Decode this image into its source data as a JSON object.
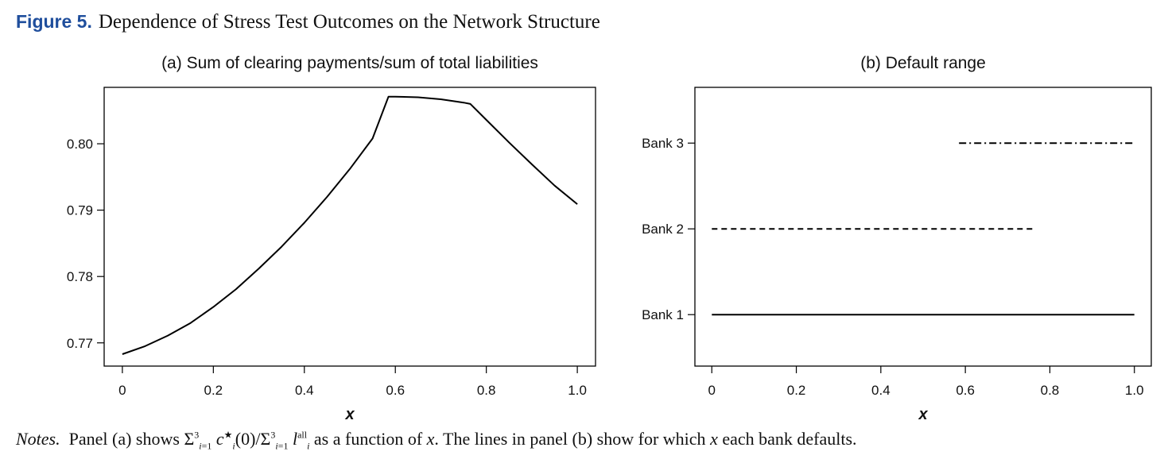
{
  "figure": {
    "label": "Figure 5.",
    "title": "Dependence of Stress Test Outcomes on the Network Structure"
  },
  "notes": {
    "lead": "Notes.",
    "text_a": "Panel (a) shows ",
    "text_b": " as a function of ",
    "var_x": "x",
    "text_c": ". The lines in panel (b) show for which ",
    "text_d": " each bank defaults."
  },
  "chart_data": [
    {
      "type": "line",
      "title": "(a) Sum of clearing payments/sum of total liabilities",
      "xlabel": "x",
      "ylabel": "",
      "xlim": [
        -0.04,
        1.04
      ],
      "ylim": [
        0.7665,
        0.8085
      ],
      "xticks": [
        0,
        0.2,
        0.4,
        0.6,
        0.8,
        1.0
      ],
      "xtick_labels": [
        "0",
        "0.2",
        "0.4",
        "0.6",
        "0.8",
        "1.0"
      ],
      "yticks": [
        0.77,
        0.78,
        0.79,
        0.8
      ],
      "ytick_labels": [
        "0.77",
        "0.78",
        "0.79",
        "0.80"
      ],
      "grid": false,
      "series": [
        {
          "x": [
            0,
            0.05,
            0.1,
            0.15,
            0.2,
            0.25,
            0.3,
            0.35,
            0.4,
            0.45,
            0.5,
            0.55,
            0.585,
            0.6,
            0.65,
            0.7,
            0.75,
            0.765,
            0.8,
            0.85,
            0.9,
            0.95,
            1.0
          ],
          "y": [
            0.7683,
            0.7695,
            0.7711,
            0.773,
            0.7754,
            0.7781,
            0.7812,
            0.7845,
            0.7881,
            0.792,
            0.7962,
            0.8008,
            0.8071,
            0.8071,
            0.807,
            0.8067,
            0.8062,
            0.806,
            0.8036,
            0.8002,
            0.7969,
            0.7937,
            0.7909
          ]
        }
      ]
    },
    {
      "type": "line",
      "title": "(b) Default range",
      "xlabel": "x",
      "ylabel": "",
      "xlim": [
        -0.04,
        1.04
      ],
      "ylim": [
        0.4,
        3.65
      ],
      "xticks": [
        0,
        0.2,
        0.4,
        0.6,
        0.8,
        1.0
      ],
      "xtick_labels": [
        "0",
        "0.2",
        "0.4",
        "0.6",
        "0.8",
        "1.0"
      ],
      "yticks": [
        1,
        2,
        3
      ],
      "ytick_labels": [
        "Bank 1",
        "Bank 2",
        "Bank 3"
      ],
      "grid": false,
      "series": [
        {
          "x": [
            0,
            1.0
          ],
          "y": [
            1,
            1
          ],
          "style": "solid"
        },
        {
          "x": [
            0,
            0.76
          ],
          "y": [
            2,
            2
          ],
          "style": "dashed"
        },
        {
          "x": [
            0.585,
            1.0
          ],
          "y": [
            3,
            3
          ],
          "style": "dashdot"
        }
      ]
    }
  ]
}
